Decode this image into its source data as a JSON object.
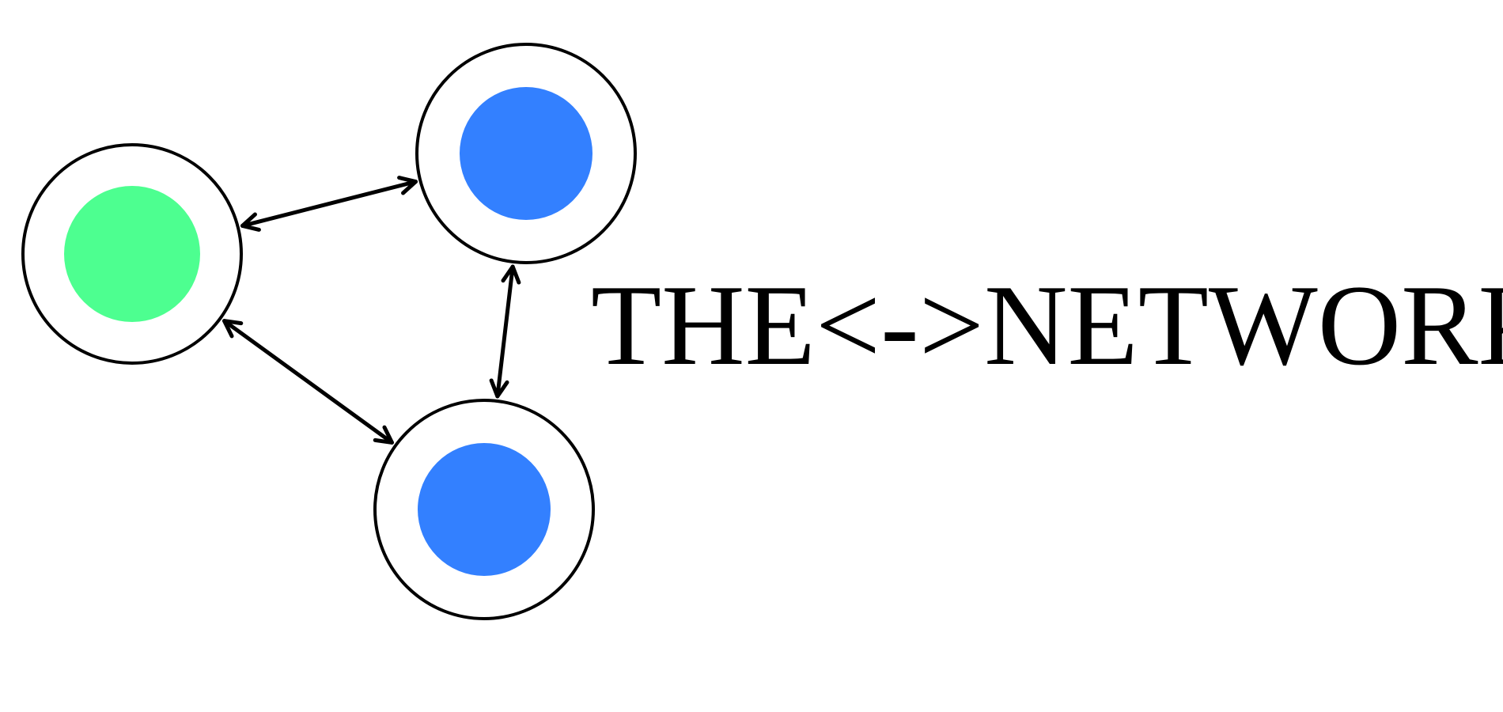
{
  "logo": {
    "wordmark": "THE<->NETWORK",
    "colors": {
      "background": "#ffffff",
      "stroke": "#000000",
      "node_green": "#4dff90",
      "node_blue": "#3380ff"
    },
    "nodes": [
      {
        "id": "left-node",
        "fill": "node_green"
      },
      {
        "id": "top-node",
        "fill": "node_blue"
      },
      {
        "id": "bottom-node",
        "fill": "node_blue"
      }
    ],
    "edges": [
      {
        "from": "left-node",
        "to": "top-node",
        "direction": "bidirectional"
      },
      {
        "from": "top-node",
        "to": "bottom-node",
        "direction": "bidirectional"
      },
      {
        "from": "left-node",
        "to": "bottom-node",
        "direction": "bidirectional"
      }
    ]
  }
}
